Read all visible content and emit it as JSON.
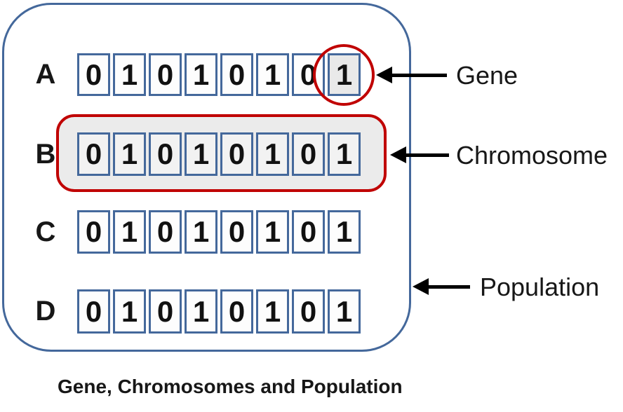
{
  "rows": [
    {
      "label": "A",
      "genes": [
        "0",
        "1",
        "0",
        "1",
        "0",
        "1",
        "0",
        "1"
      ]
    },
    {
      "label": "B",
      "genes": [
        "0",
        "1",
        "0",
        "1",
        "0",
        "1",
        "0",
        "1"
      ]
    },
    {
      "label": "C",
      "genes": [
        "0",
        "1",
        "0",
        "1",
        "0",
        "1",
        "0",
        "1"
      ]
    },
    {
      "label": "D",
      "genes": [
        "0",
        "1",
        "0",
        "1",
        "0",
        "1",
        "0",
        "1"
      ]
    }
  ],
  "annotations": {
    "gene": "Gene",
    "chromosome": "Chromosome",
    "population": "Population"
  },
  "caption": "Gene, Chromosomes and Population",
  "colors": {
    "box_blue": "#44689b",
    "highlight_red": "#c00000",
    "chromosome_fill": "#ebebeb",
    "cell_fill": "#fdfdfd",
    "cell_fill_shaded": "#f2f2f2",
    "cell_fill_circled": "#e9e9e9",
    "text_black": "#171717"
  }
}
